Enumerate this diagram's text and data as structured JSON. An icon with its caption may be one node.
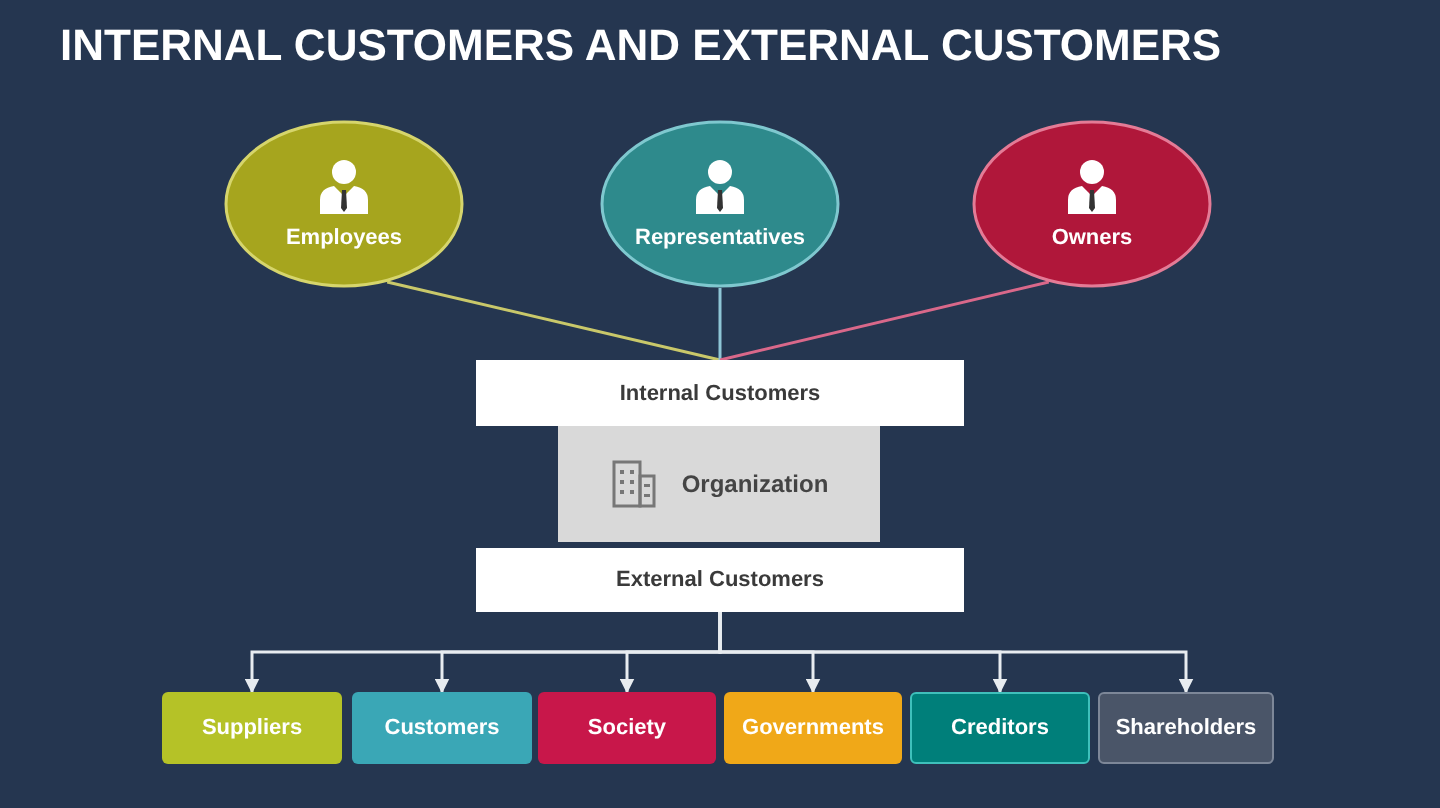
{
  "diagram": {
    "title": "INTERNAL CUSTOMERS AND EXTERNAL CUSTOMERS",
    "nodes": [
      {
        "text": [
          "Employees"
        ]
      },
      {
        "text": [
          "Representatives"
        ]
      },
      {
        "text": [
          "Owners"
        ]
      },
      {
        "text": [
          "Internal Customers"
        ]
      },
      {
        "text": [
          "Organization"
        ]
      },
      {
        "text": [
          "External Customers"
        ]
      },
      {
        "text": [
          "Suppliers"
        ]
      },
      {
        "text": [
          "Customers"
        ]
      },
      {
        "text": [
          "Society"
        ]
      },
      {
        "text": [
          "Governments"
        ]
      },
      {
        "text": [
          "Creditors"
        ]
      },
      {
        "text": [
          "Shareholders"
        ]
      }
    ],
    "edges": [
      {
        "from": 0,
        "to": 3,
        "arrow": "none",
        "color": "#c9c86a"
      },
      {
        "from": 1,
        "to": 3,
        "arrow": "none",
        "color": "#8fc6d6"
      },
      {
        "from": 2,
        "to": 3,
        "arrow": "none",
        "color": "#d9688a"
      },
      {
        "from": 5,
        "to": 6,
        "arrow": "to"
      },
      {
        "from": 5,
        "to": 7,
        "arrow": "to"
      },
      {
        "from": 5,
        "to": 8,
        "arrow": "to"
      },
      {
        "from": 5,
        "to": 9,
        "arrow": "to"
      },
      {
        "from": 5,
        "to": 10,
        "arrow": "to"
      },
      {
        "from": 5,
        "to": 11,
        "arrow": "to"
      }
    ]
  }
}
